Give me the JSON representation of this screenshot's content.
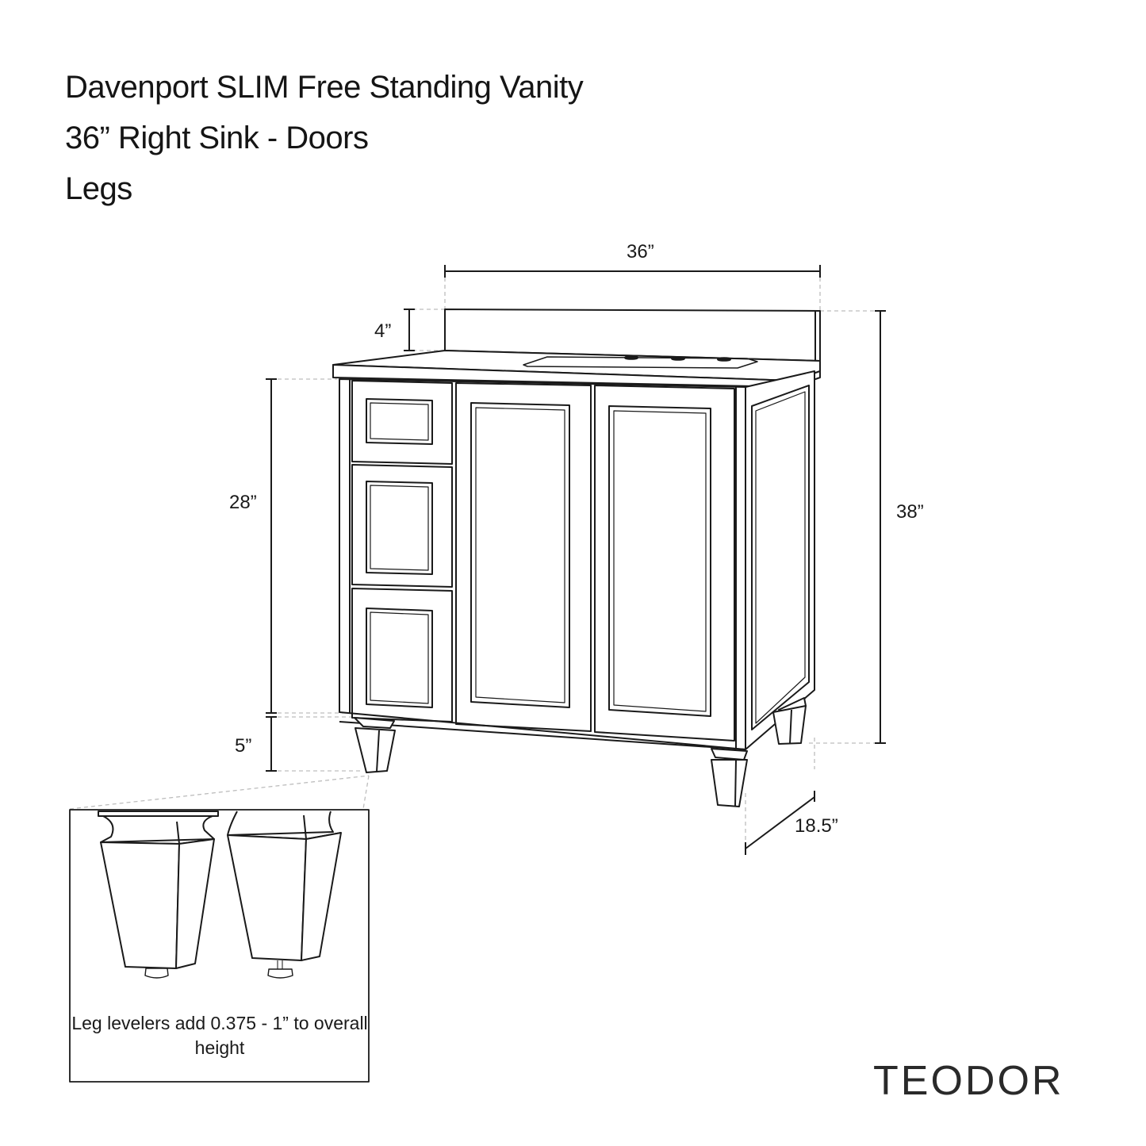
{
  "title": {
    "line1": "Davenport SLIM Free Standing Vanity",
    "line2": "36” Right Sink - Doors",
    "line3": "Legs"
  },
  "dimensions": {
    "width": "36”",
    "backsplash_height": "4”",
    "cabinet_height": "28”",
    "leg_height": "5”",
    "overall_height": "38”",
    "depth": "18.5”"
  },
  "inset": {
    "caption": "Leg levelers add 0.375 - 1” to overall height"
  },
  "brand": {
    "logo_text": "TEODOR"
  },
  "colors": {
    "line": "#1a1a1a",
    "dashed": "#bdbdbd",
    "background": "#ffffff"
  }
}
